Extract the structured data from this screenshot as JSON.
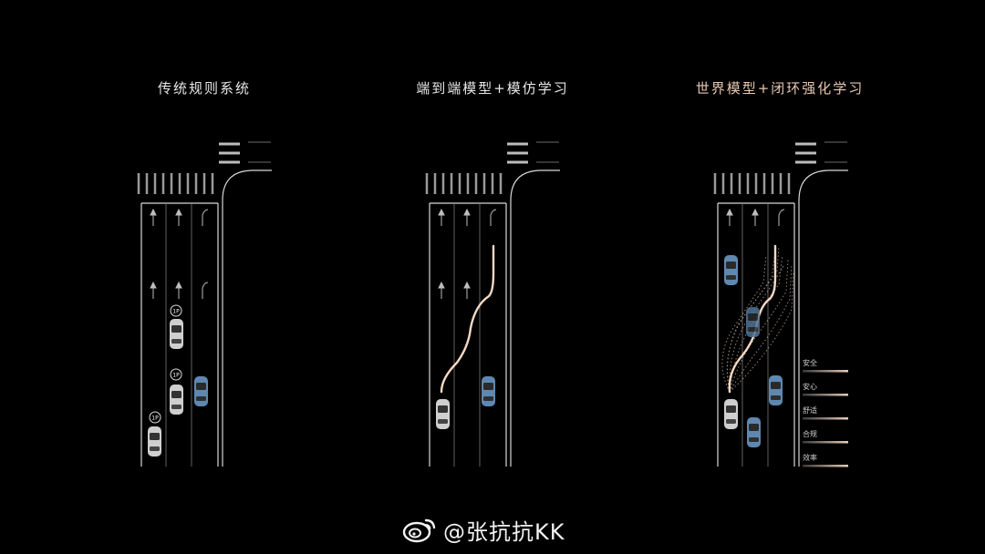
{
  "panels": [
    {
      "title": "传统规则系统"
    },
    {
      "title": "端到端模型+模仿学习"
    },
    {
      "title": "世界模型+闭环强化学习"
    }
  ],
  "rule_system": {
    "cars": [
      {
        "badge": "1P"
      },
      {
        "badge": "1P"
      },
      {
        "badge": "1P"
      }
    ]
  },
  "metrics": [
    "安全",
    "安心",
    "舒适",
    "合规",
    "效率"
  ],
  "watermark": {
    "text": "@张抗抗KK",
    "icon": "weibo-icon"
  },
  "colors": {
    "background": "#000000",
    "road_line": "#d8d8d8",
    "trajectory": "#f4d9c4",
    "ego_car": "#d0d0d0",
    "other_car": "#5e88b0",
    "warm_title": "#e8c8b2"
  }
}
